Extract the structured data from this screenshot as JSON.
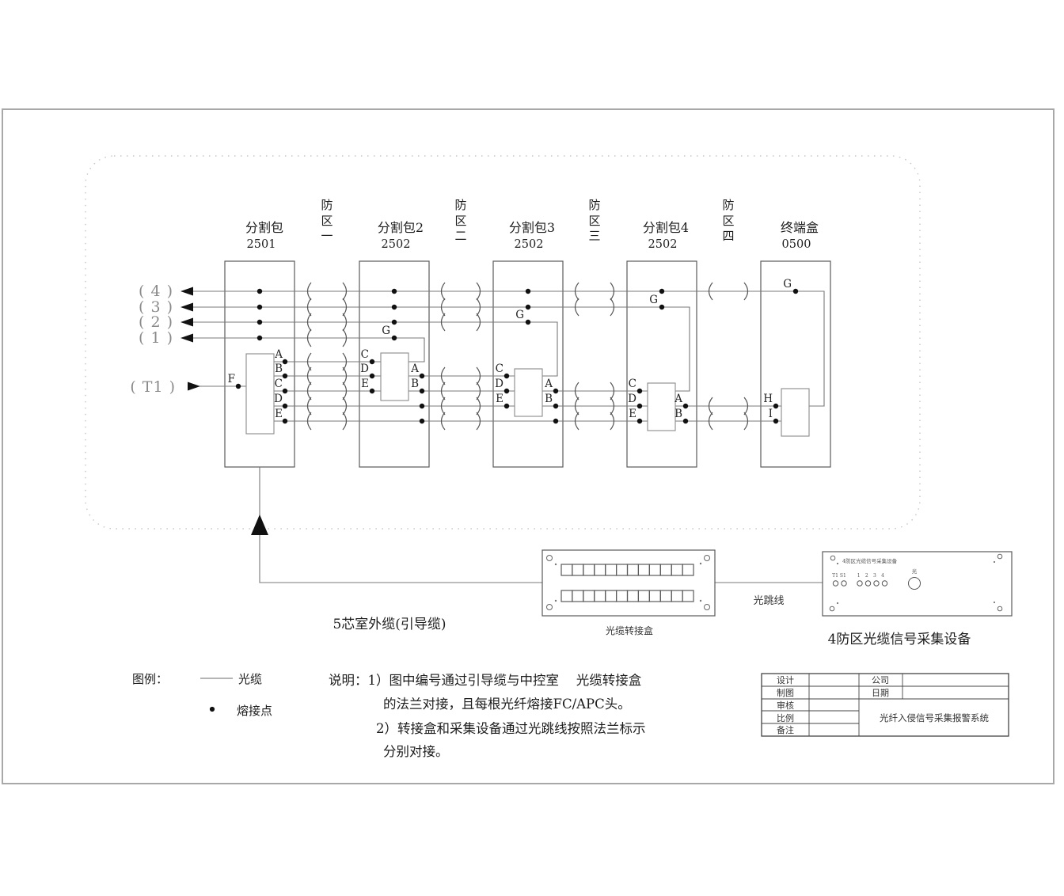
{
  "inputs": {
    "i4": "( 4 )",
    "i3": "( 3 )",
    "i2": "( 2 )",
    "i1": "( 1 )",
    "t1": "( T1 )"
  },
  "boxes": [
    {
      "title": "分割包",
      "code": "2501",
      "f": "F",
      "out": {
        "a": "A",
        "b": "B",
        "c": "C",
        "d": "D",
        "e": "E"
      }
    },
    {
      "title": "分割包2",
      "code": "2502",
      "g": "G",
      "in": {
        "c": "C",
        "d": "D",
        "e": "E"
      },
      "out": {
        "a": "A",
        "b": "B"
      }
    },
    {
      "title": "分割包3",
      "code": "2502",
      "g": "G",
      "in": {
        "c": "C",
        "d": "D",
        "e": "E"
      },
      "out": {
        "a": "A",
        "b": "B"
      }
    },
    {
      "title": "分割包4",
      "code": "2502",
      "g": "G",
      "in": {
        "c": "C",
        "d": "D",
        "e": "E"
      },
      "out": {
        "a": "A",
        "b": "B"
      }
    },
    {
      "title": "终端盒",
      "code": "0500",
      "g": "G",
      "in": {
        "h": "H",
        "i": "I"
      }
    }
  ],
  "zones": [
    {
      "c1": "防",
      "c2": "区",
      "c3": "一"
    },
    {
      "c1": "防",
      "c2": "区",
      "c3": "二"
    },
    {
      "c1": "防",
      "c2": "区",
      "c3": "三"
    },
    {
      "c1": "防",
      "c2": "区",
      "c3": "四"
    }
  ],
  "bottom": {
    "cable_label": "5芯室外缆(引导缆)",
    "patch_panel_label": "光缆转接盒",
    "jumper_label": "光跳线",
    "device_label": "4防区光缆信号采集设备",
    "device_panel_title": "4防区光缆信号采集设备",
    "device_ports_group1": "T1 S1",
    "device_ports_group2": "1 2 3 4",
    "device_port_big": "光"
  },
  "legend": {
    "title": "图例：",
    "cable": "光缆",
    "splice": "熔接点"
  },
  "notes": {
    "l1": "说明：1）图中编号通过引导缆与中控室　 光缆转接盒",
    "l2": "的法兰对接，且每根光纤熔接FC/APC头。",
    "l3": "2）转接盒和采集设备通过光跳线按照法兰标示",
    "l4": "分别对接。"
  },
  "title_block": {
    "design": "设计",
    "draft": "制图",
    "review": "审核",
    "scale": "比例",
    "remark": "备注",
    "company": "公司",
    "date": "日期",
    "project": "光纤入侵信号采集报警系统"
  },
  "colors": {
    "wire": "#787878",
    "ink": "#1c1c1c",
    "frame": "#a8a8a8",
    "dashed_border": "#c6c6c6"
  }
}
